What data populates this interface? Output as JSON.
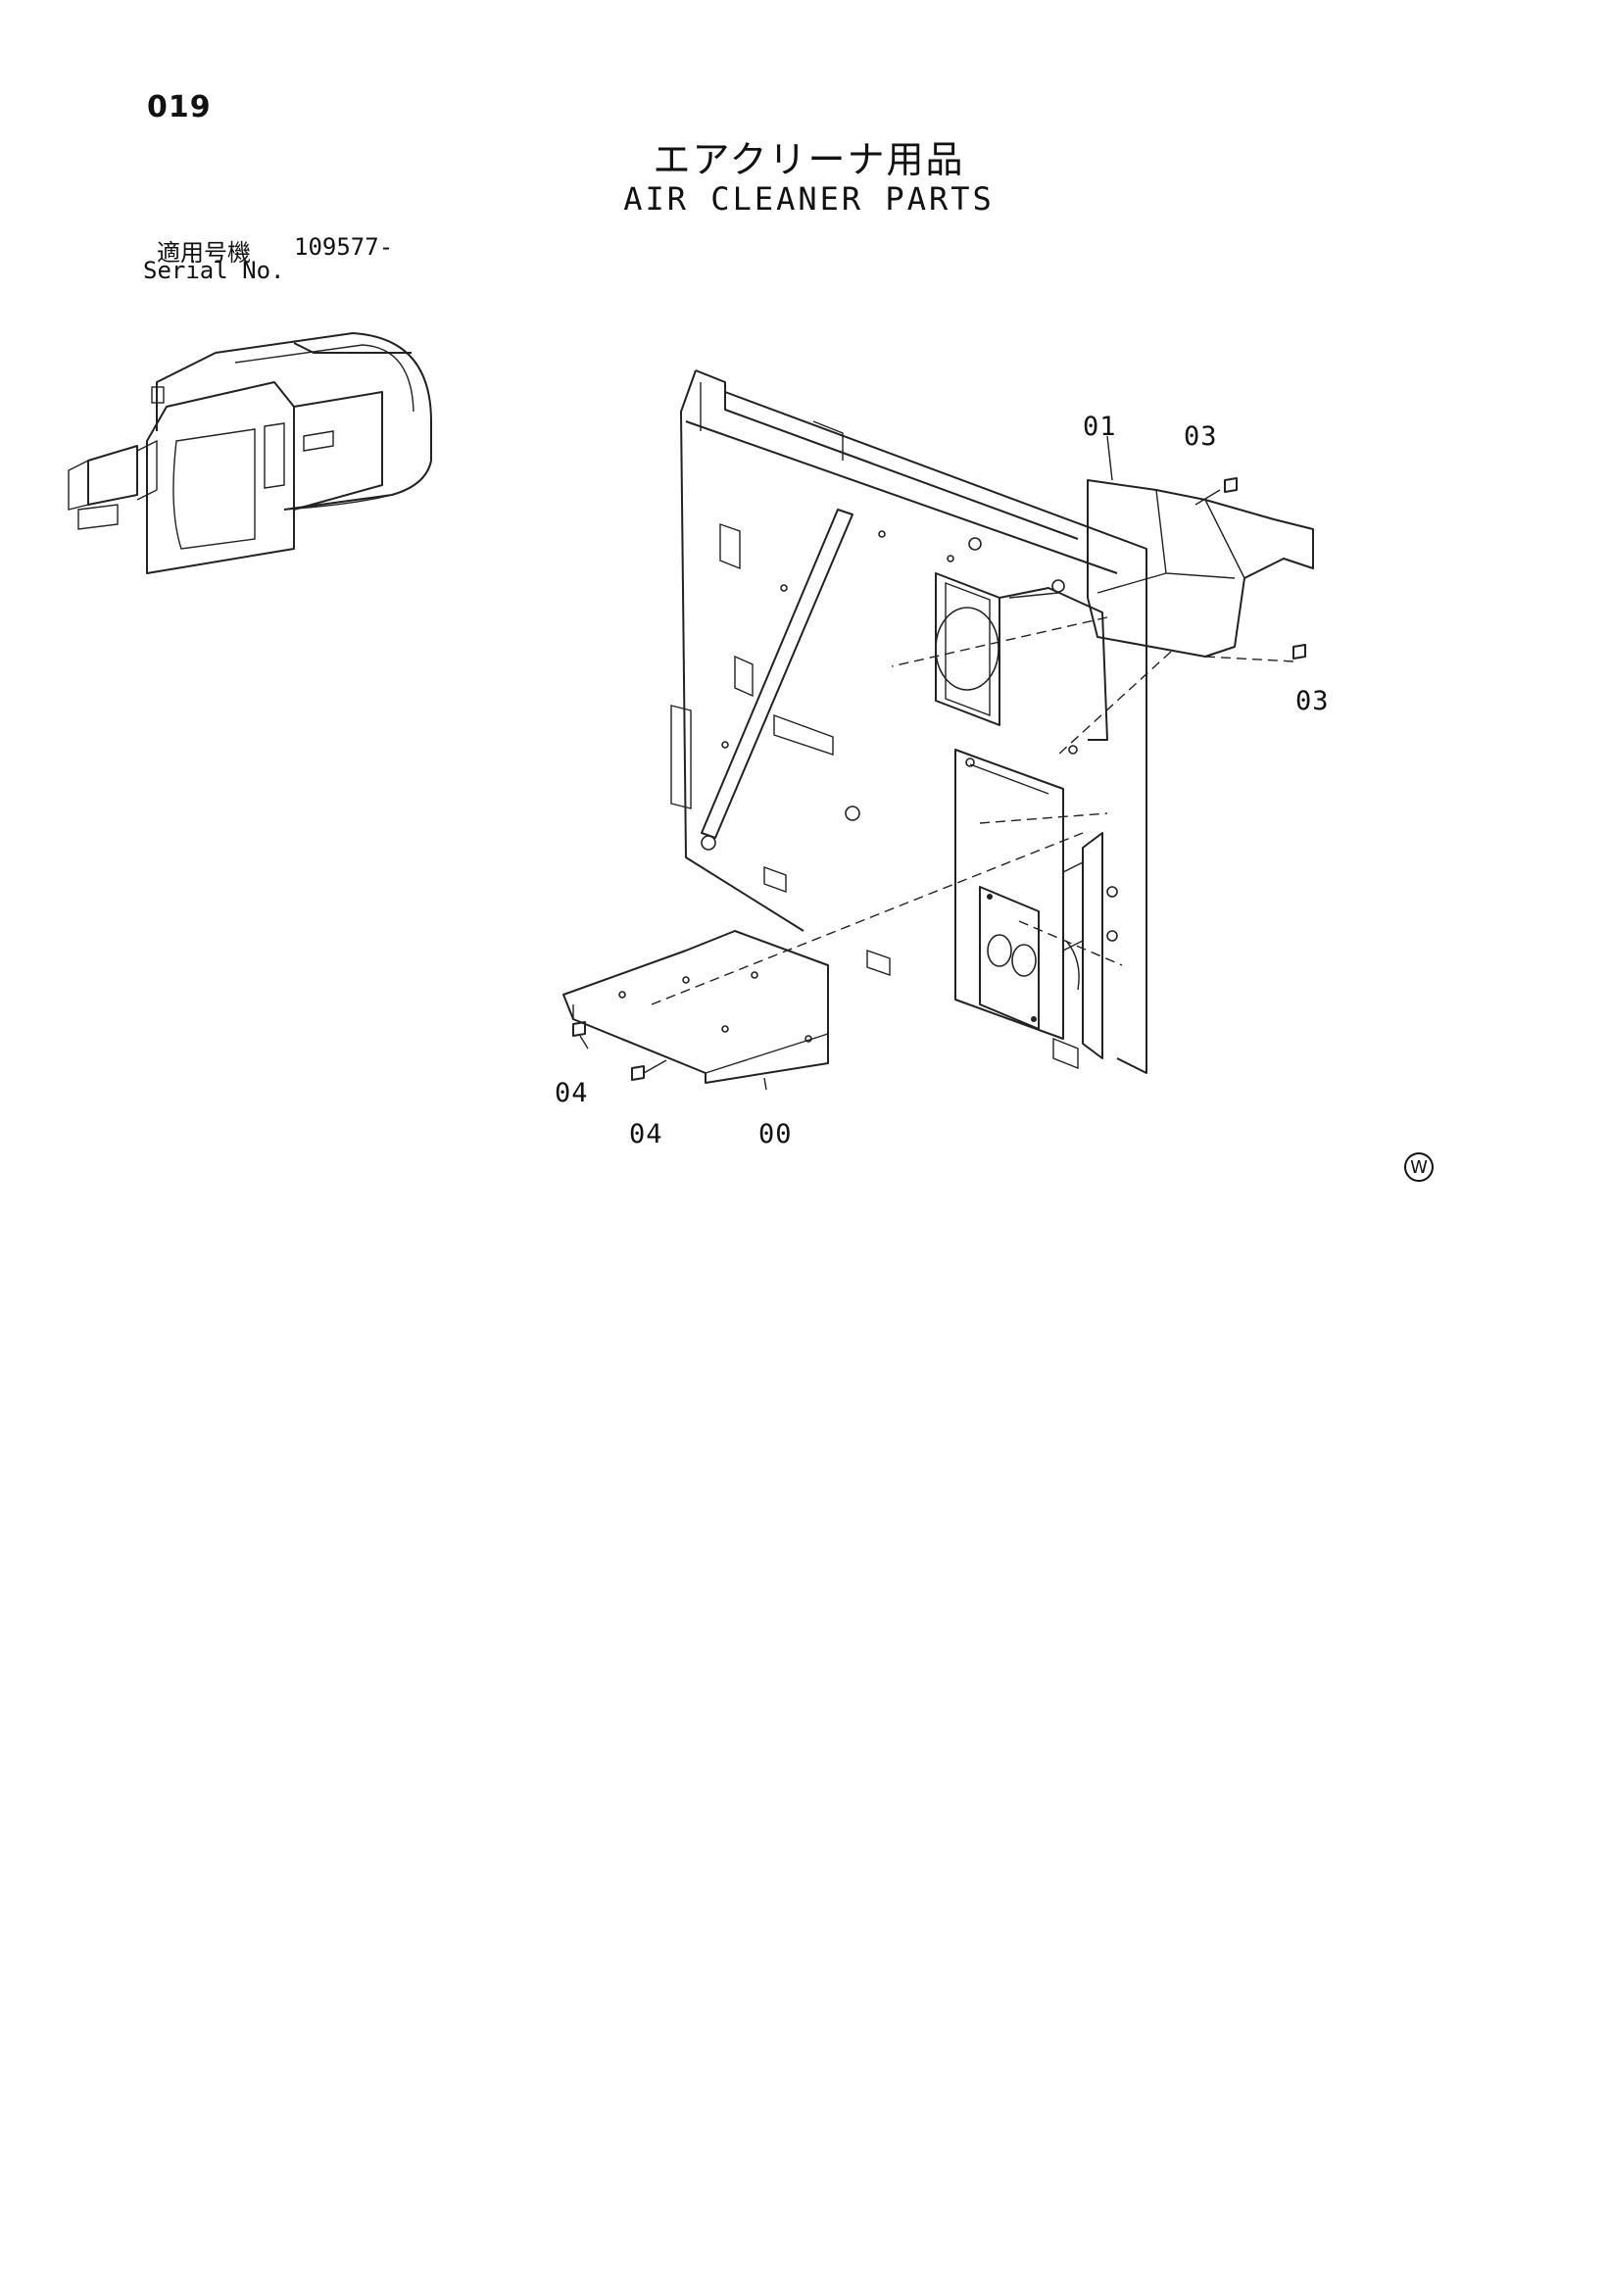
{
  "page_number": "019",
  "title_jp": "エアクリーナ用品",
  "title_en": "AIR CLEANER PARTS",
  "serial": {
    "label_jp": "適用号機",
    "value": "109577-",
    "label_en": "Serial No."
  },
  "callouts": {
    "part_01": "01",
    "part_03_top": "03",
    "part_03_side": "03",
    "part_04_left": "04",
    "part_04_lower": "04",
    "part_00": "00"
  },
  "corner_mark": "W"
}
